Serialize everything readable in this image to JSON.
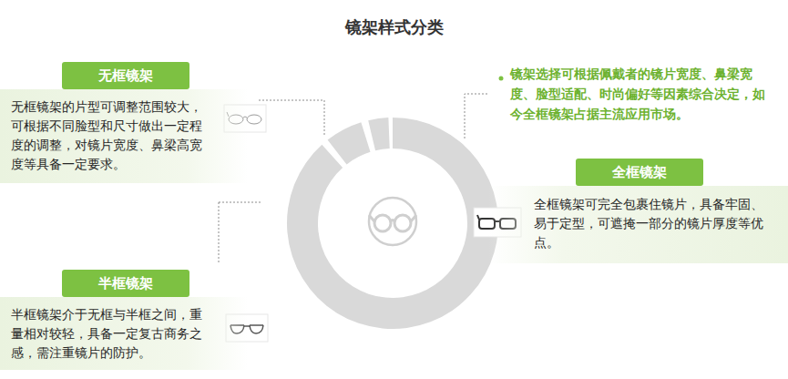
{
  "diagram": {
    "title": "镜架样式分类",
    "nodes": [
      {
        "text": [
          "无框镜架",
          "无框镜架的片型可调整范围较大，可根据不同脸型和尺寸做出一定程度的调整，对镜片宽度、鼻梁高宽度等具备一定要求。"
        ]
      },
      {
        "text": [
          "全框镜架",
          "全框镜架可完全包裹住镜片，具备牢固、易于定型，可遮掩一部分的镜片厚度等优点。"
        ]
      },
      {
        "text": [
          "半框镜架",
          "半框镜架介于无框与半框之间，重量相对较轻，具备一定复古商务之感，需注重镜片的防护。"
        ]
      }
    ],
    "labels": [
      "镜架选择可根据佩戴者的镜片宽度、鼻梁宽度、脸型适配、时尚偏好等因素综合决定，如今全框镜架占据主流应用市场。"
    ]
  }
}
